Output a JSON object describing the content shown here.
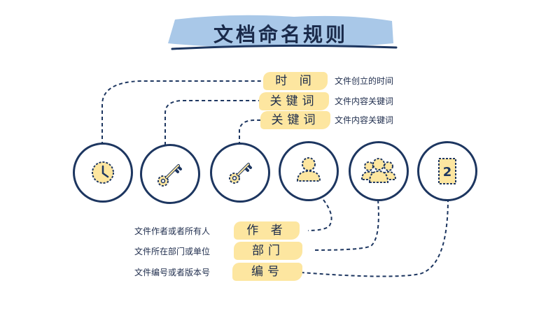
{
  "title": "文档命名规则",
  "top_rows": [
    {
      "tag": "时 间",
      "desc": "文件创立的时间"
    },
    {
      "tag": "关键词",
      "desc": "文件内容关键词"
    },
    {
      "tag": "关键词",
      "desc": "文件内容关键词"
    }
  ],
  "bottom_rows": [
    {
      "desc": "文件作者或者所有人",
      "tag": "作 者"
    },
    {
      "desc": "文件所在部门或单位",
      "tag": "部门"
    },
    {
      "desc": "文件编号或者版本号",
      "tag": "编号"
    }
  ],
  "icons": [
    "clock-icon",
    "key-icon",
    "key-icon",
    "person-icon",
    "group-icon",
    "document-number-icon"
  ],
  "document_icon_label": "2",
  "colors": {
    "navy": "#1d3660",
    "title_band": "#a9c8e8",
    "tag_fill": "#fde6a0",
    "icon_fill": "#fde6a0"
  }
}
